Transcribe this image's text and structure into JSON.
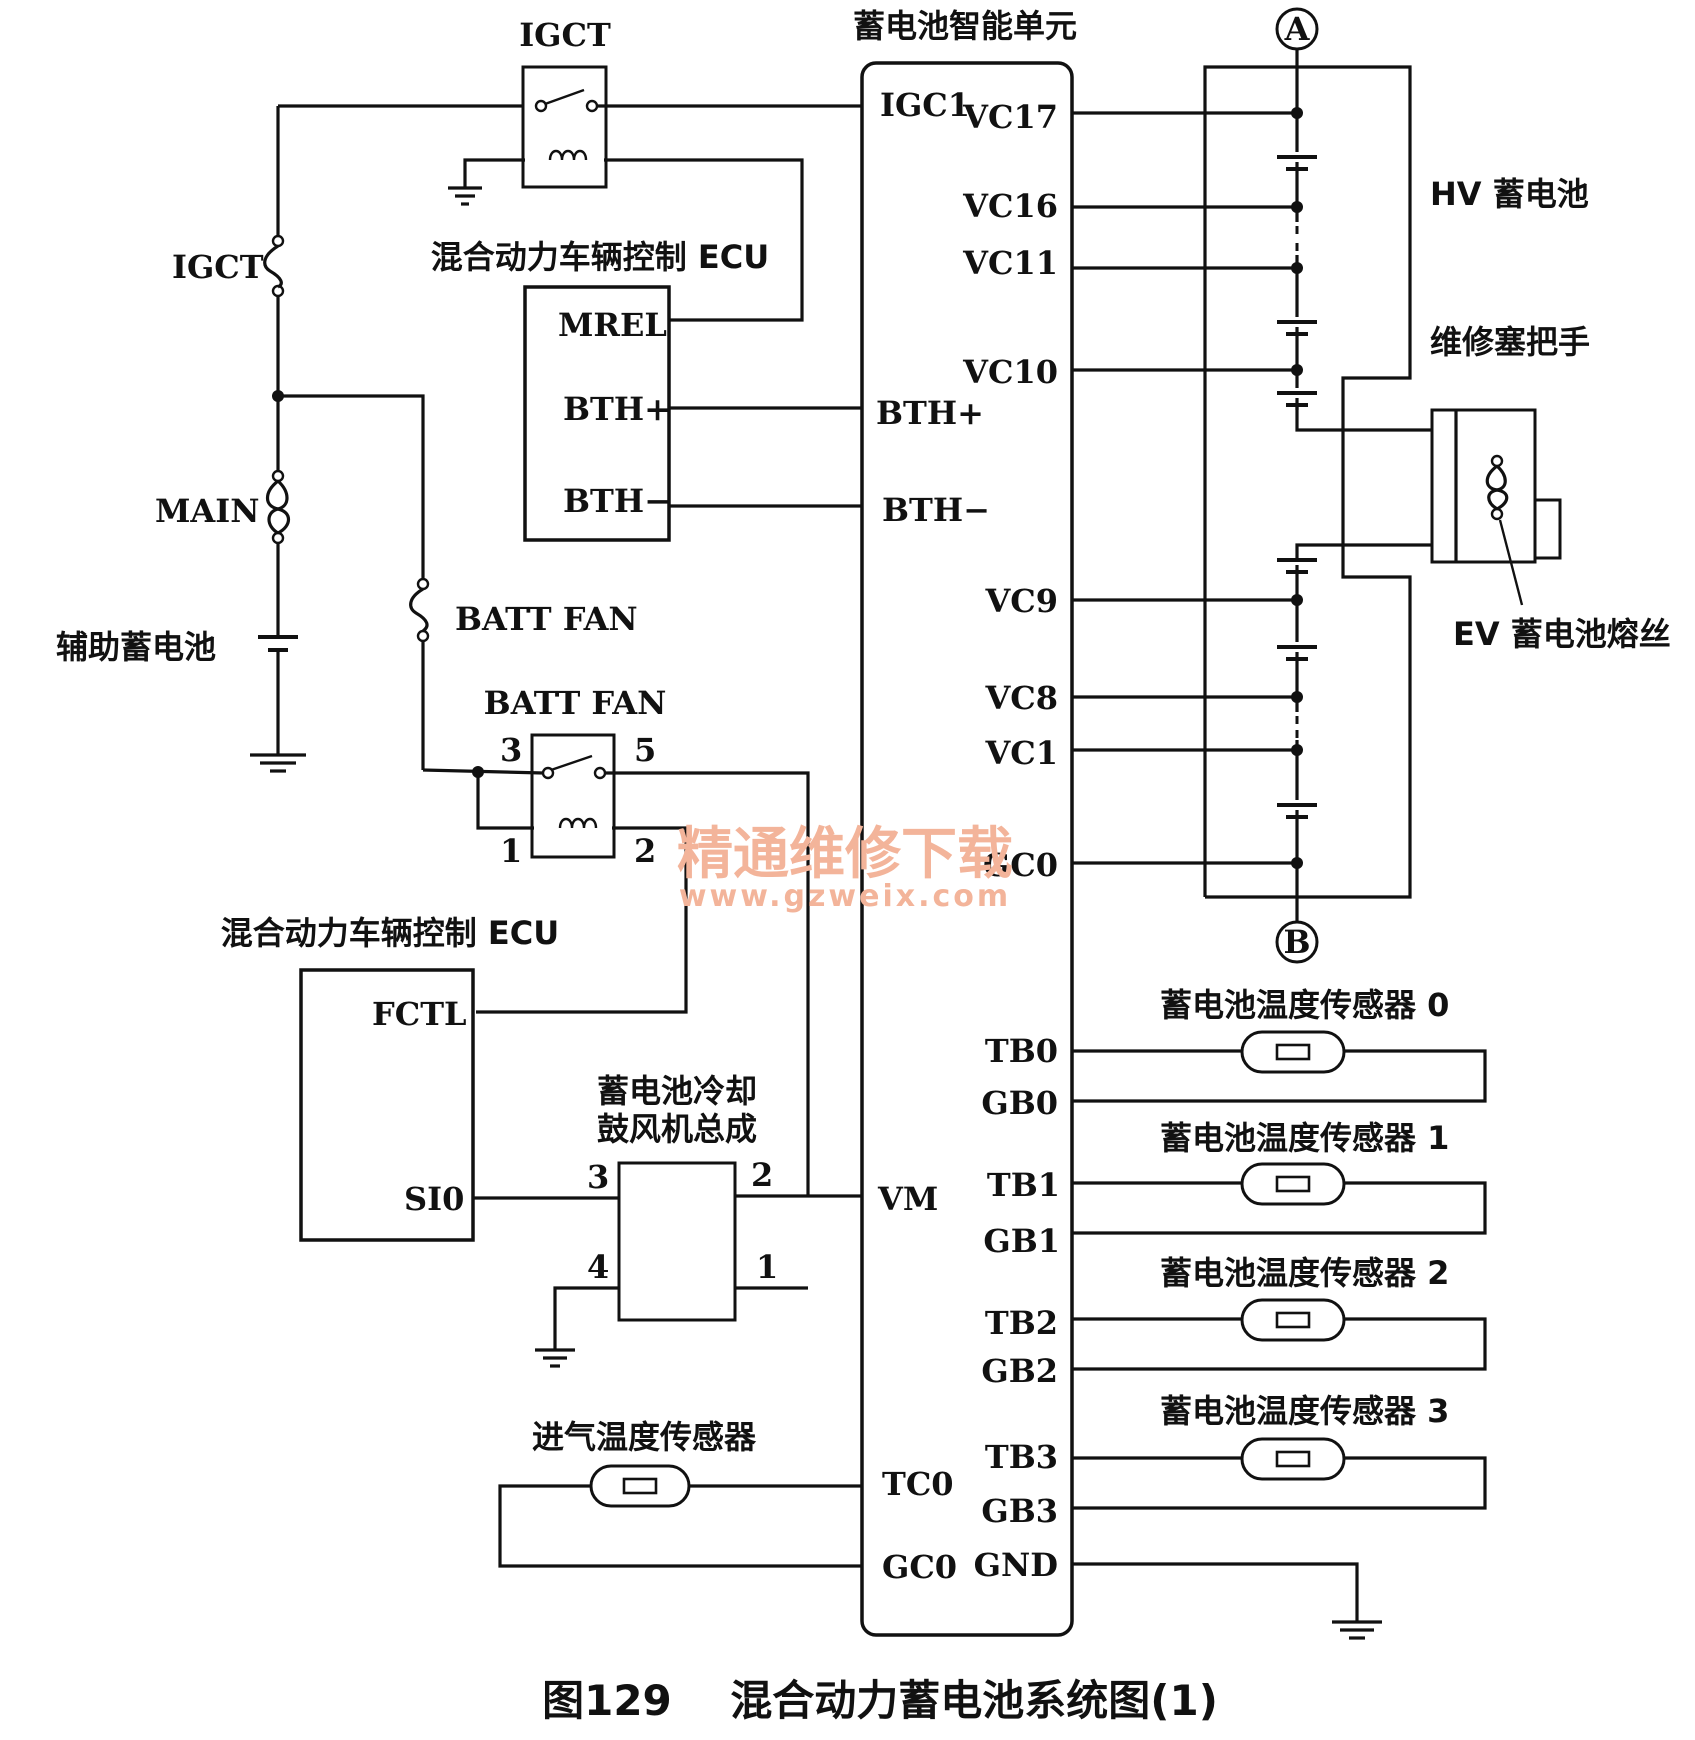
{
  "bmu": {
    "title": "蓄电池智能单元",
    "pins_left": {
      "igc1": "IGC1",
      "bth_plus": "BTH+",
      "bth_minus": "BTH−",
      "vm": "VM",
      "tc0": "TC0",
      "gc0": "GC0"
    },
    "pins_right": {
      "vc17": "VC17",
      "vc16": "VC16",
      "vc11": "VC11",
      "vc10": "VC10",
      "vc9": "VC9",
      "vc8": "VC8",
      "vc1": "VC1",
      "gc0": "GC0",
      "tb0": "TB0",
      "gb0": "GB0",
      "tb1": "TB1",
      "gb1": "GB1",
      "tb2": "TB2",
      "gb2": "GB2",
      "tb3": "TB3",
      "gb3": "GB3",
      "gnd": "GND"
    }
  },
  "relays": {
    "igct_relay": "IGCT",
    "batt_fan_relay": "BATT FAN",
    "pin3": "3",
    "pin5": "5",
    "pin1": "1",
    "pin2": "2"
  },
  "fuses": {
    "igct": "IGCT",
    "main": "MAIN",
    "batt_fan": "BATT FAN"
  },
  "aux_battery": "辅助蓄电池",
  "ecu_top": {
    "title": "混合动力车辆控制 ECU",
    "mrel": "MREL",
    "bth_plus": "BTH+",
    "bth_minus": "BTH−"
  },
  "ecu_bottom": {
    "title": "混合动力车辆控制 ECU",
    "fctl": "FCTL",
    "si0": "SI0"
  },
  "blower": {
    "title_line1": "蓄电池冷却",
    "title_line2": "鼓风机总成",
    "pin3": "3",
    "pin2": "2",
    "pin4": "4",
    "pin1": "1"
  },
  "intake_sensor": "进气温度传感器",
  "hv_battery": {
    "label": "HV 蓄电池",
    "service_plug": "维修塞把手",
    "ev_fuse": "EV 蓄电池熔丝",
    "conn_a": "A",
    "conn_b": "B"
  },
  "temp_sensors": [
    "蓄电池温度传感器 0",
    "蓄电池温度传感器 1",
    "蓄电池温度传感器 2",
    "蓄电池温度传感器 3"
  ],
  "watermark": {
    "line1": "精通维修下载",
    "line2": "www.gzweix.com"
  },
  "caption": "图129    混合动力蓄电池系统图(1)"
}
